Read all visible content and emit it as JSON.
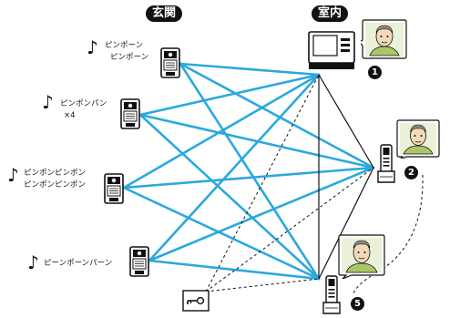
{
  "sections": {
    "entrance": "玄関",
    "indoor": "室内"
  },
  "door_stations": [
    {
      "chime_lines": [
        "ピンポーン",
        "ピンポーン"
      ],
      "icon": "music-note-icon"
    },
    {
      "chime_lines": [
        "ピンポンパン",
        "×4"
      ],
      "icon": "music-note-icon"
    },
    {
      "chime_lines": [
        "ピンポンピンポン",
        "ピンポンピンポン"
      ],
      "icon": "music-note-icon"
    },
    {
      "chime_lines": [
        "ピーンポーンパーン"
      ],
      "icon": "music-note-icon"
    }
  ],
  "indoor_units": [
    {
      "kind": "main-monitor",
      "badge": "1"
    },
    {
      "kind": "wireless-handset",
      "badge": "2"
    },
    {
      "kind": "wireless-handset",
      "badge": "5"
    }
  ],
  "sensor": {
    "icon": "key-sensor-icon"
  },
  "colors": {
    "wire": "#2BA8DE",
    "ink": "#111111",
    "skin": "#F5D9B8",
    "hair": "#8A8A8A",
    "jacket": "#A9C66A",
    "screen_bg": "#EAF1D8"
  }
}
